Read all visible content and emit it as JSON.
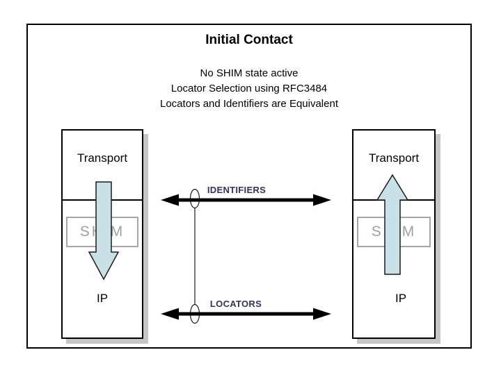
{
  "slide": {
    "title": "Initial Contact",
    "subtitle_lines": [
      "No SHIM state active",
      "Locator Selection using RFC3484",
      "Locators and Identifiers are Equivalent"
    ]
  },
  "stacks": {
    "left": {
      "transport": "Transport",
      "shim": "SHIM",
      "ip": "IP"
    },
    "right": {
      "transport": "Transport",
      "shim": "SHIM",
      "ip": "IP"
    }
  },
  "channels": {
    "identifiers_label": "IDENTIFIERS",
    "locators_label": "LOCATORS"
  },
  "colors": {
    "flow_arrow_fill": "#c8e1e6",
    "flow_arrow_stroke": "#1a1a1a",
    "shim_gray": "#a6a6a6",
    "channel_label_navy": "#313166",
    "channel_arrow_black": "#000000",
    "box_shadow_gray": "#c6c6c6"
  }
}
